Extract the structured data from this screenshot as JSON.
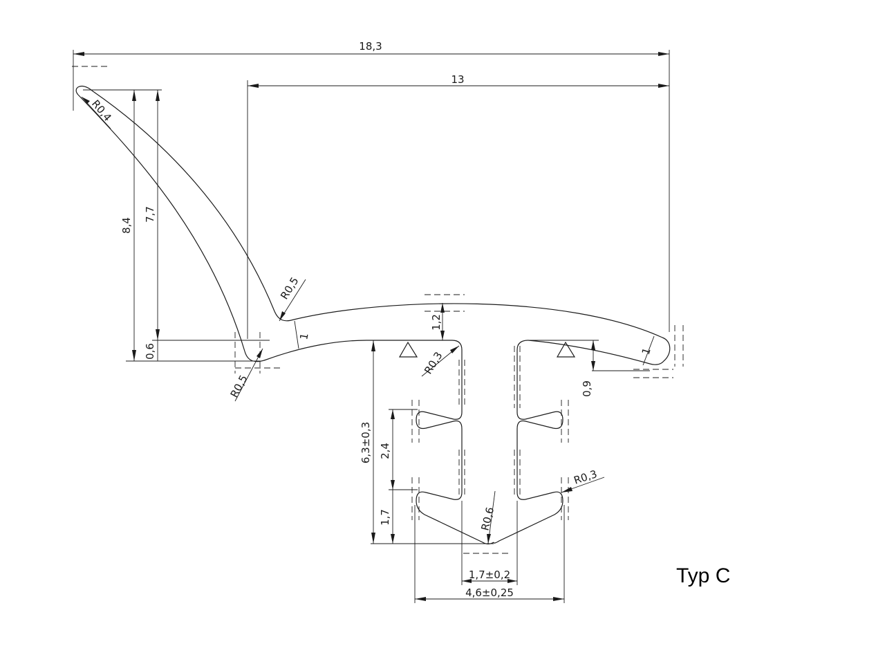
{
  "title": "Typ C",
  "dimensions": {
    "total_width": "18,3",
    "right_width": "13",
    "height_outer": "8,4",
    "height_inner": "7,7",
    "base_thickness": "0,6",
    "top_radius": "R0,4",
    "inner_radius": "R0,5",
    "lip_thickness": "1",
    "bottom_radius": "R0,5",
    "arch_height": "1,2",
    "stem_radius": "R0,3",
    "right_lip": "1",
    "right_depth": "0,9",
    "stem_height": "6,3±0,3",
    "fin_pitch": "2,4",
    "fin_bottom": "1,7",
    "tip_radius": "R0,6",
    "fin_radius": "R0,3",
    "slot_width": "1,7±0,2",
    "fin_width": "4,6±0,25"
  }
}
